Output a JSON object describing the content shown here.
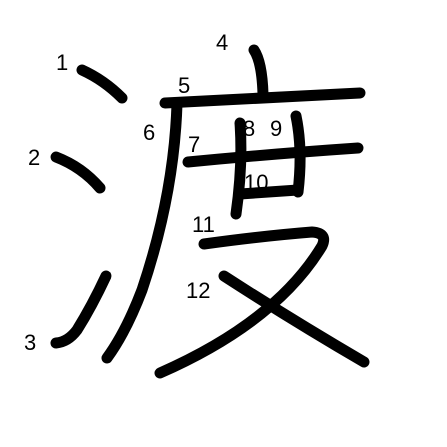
{
  "character": "渡",
  "stroke_numbers": [
    "1",
    "2",
    "3",
    "4",
    "5",
    "6",
    "7",
    "8",
    "9",
    "10",
    "11",
    "12"
  ],
  "stroke_color": "#000000",
  "background_color": "#ffffff"
}
